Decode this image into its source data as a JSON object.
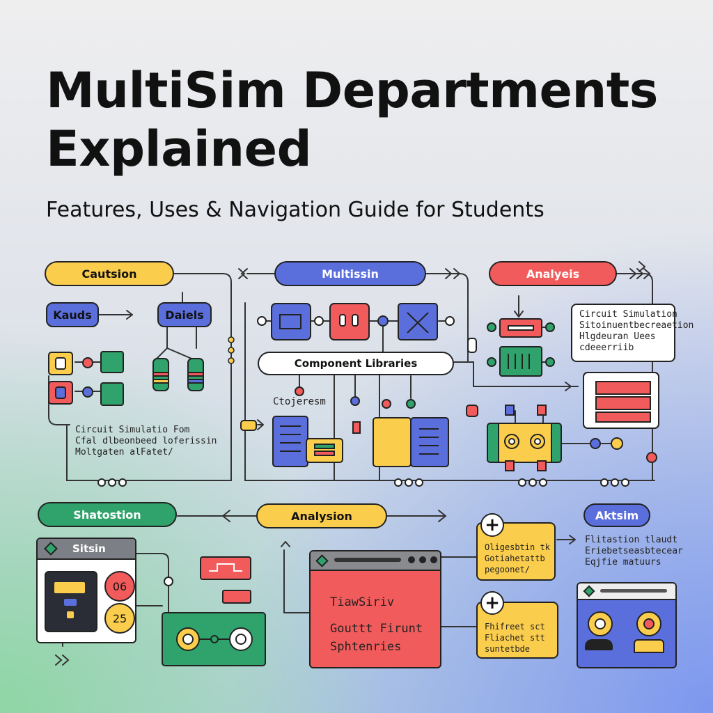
{
  "title": "MultiSim Departments Explained",
  "subtitle": "Features, Uses & Navigation Guide for Students",
  "labels": {
    "cautsion": "Cautsion",
    "multissin": "Multissin",
    "analyeis": "Analyeis",
    "kauds": "Kauds",
    "daiels": "Daiels",
    "component_libraries": "Component Libraries",
    "ctojeresm": "Ctojeresm",
    "shatostion": "Shatostion",
    "analysion": "Analysion",
    "aktsim": "Aktsim",
    "sitsin": "Sitsin"
  },
  "cards": {
    "left_note": [
      "Circuit Simulatio Fom",
      "Cfal dlbeonbeed loferissin",
      "Moltgaten alFatet/"
    ],
    "right_note": [
      "Circuit Simulation",
      "Sitoinuentbecreaetion",
      "Hlgdeuran Uees",
      "cdeeerriib"
    ],
    "window_text": [
      "TiawSiriv",
      "Gouttt Firunt",
      "Sphtenries"
    ],
    "yellow_1": [
      "Oligesbtin tk",
      "Gotiahetattb",
      "pegoonet/"
    ],
    "yellow_2": [
      "Fhifreet sct",
      "Fliachet stt",
      "suntetbde"
    ],
    "right_text": [
      "Flitastion tlaudt",
      "Eriebetseasbtecear",
      "Eqjfie matuurs"
    ]
  },
  "stickers": {
    "a": "06",
    "b": "25"
  },
  "colors": {
    "yellow": "#fbcd4d",
    "blue": "#5b6fdc",
    "red": "#f25b5b",
    "green": "#2fa36b",
    "dark": "#222222"
  }
}
